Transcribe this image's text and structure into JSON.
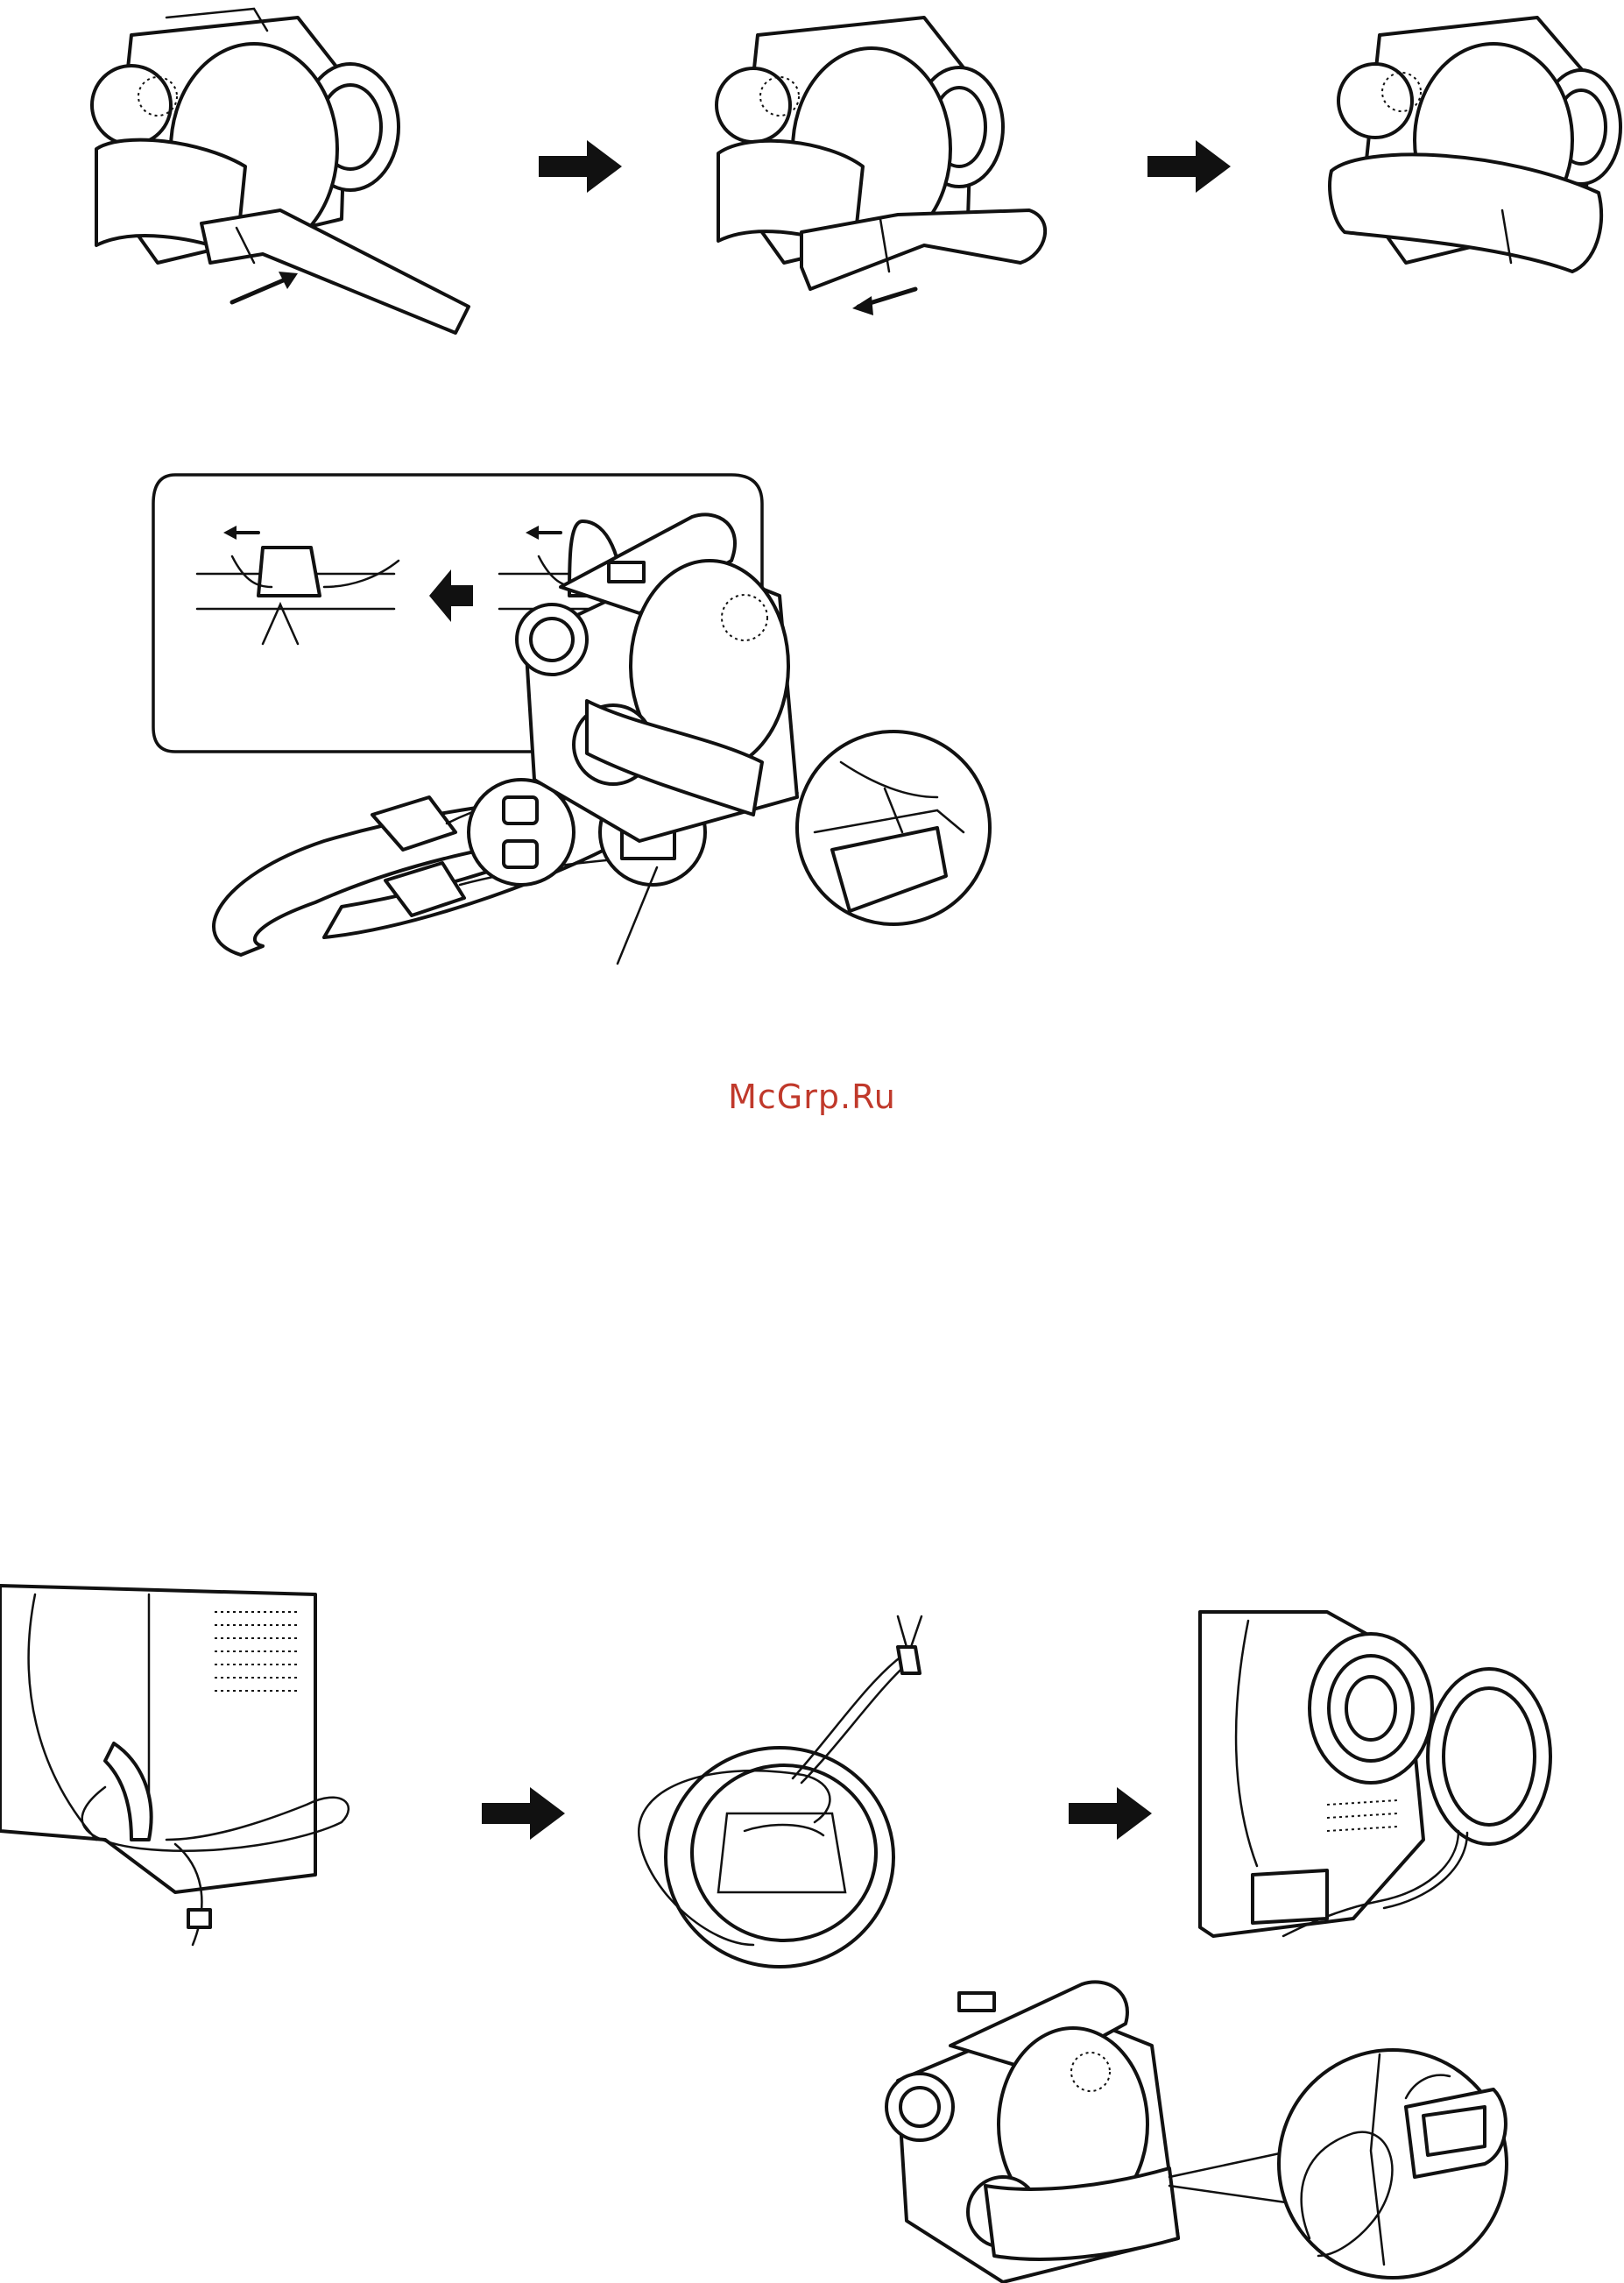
{
  "watermark": {
    "text": "McGrp.Ru",
    "color": "#c0392b"
  },
  "figures": [
    {
      "name": "grip-belt-step-1",
      "icon": "camcorder-belt-insert-illustration"
    },
    {
      "name": "grip-belt-step-2",
      "icon": "camcorder-belt-fold-back-illustration"
    },
    {
      "name": "grip-belt-step-3",
      "icon": "camcorder-belt-fastened-illustration"
    },
    {
      "name": "shoulder-strap-attach",
      "icon": "shoulder-strap-illustration"
    },
    {
      "name": "lens-cap-step-1",
      "icon": "cord-loop-illustration"
    },
    {
      "name": "lens-cap-step-2",
      "icon": "lens-cap-cord-illustration"
    },
    {
      "name": "lens-cap-step-3",
      "icon": "lens-cap-hanging-illustration"
    },
    {
      "name": "lens-cap-hook",
      "icon": "lens-cap-hook-detail-illustration"
    }
  ]
}
